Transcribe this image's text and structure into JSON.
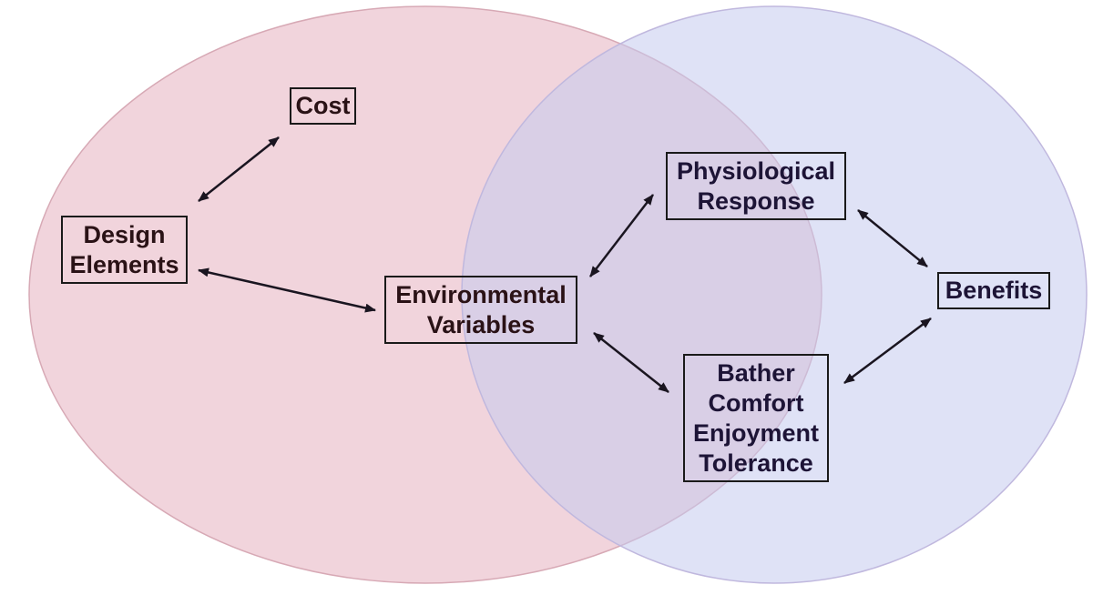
{
  "diagram": {
    "nodes": {
      "cost": "Cost",
      "design": "Design\nElements",
      "environmental": "Environmental\nVariables",
      "physiological": "Physiological\nResponse",
      "benefits": "Benefits",
      "bather": "Bather\nComfort\nEnjoyment\nTolerance"
    },
    "colors": {
      "left_ellipse_fill": "#ecc4cf",
      "left_ellipse_stroke": "#d7a9b5",
      "right_ellipse_fill": "#c5cbef",
      "right_ellipse_stroke": "#c0b8de",
      "box_border": "#1a1a1a",
      "arrow": "#1a1520"
    },
    "connections": [
      {
        "from": "cost",
        "to": "design",
        "direction": "both"
      },
      {
        "from": "design",
        "to": "environmental",
        "direction": "both"
      },
      {
        "from": "environmental",
        "to": "physiological",
        "direction": "both"
      },
      {
        "from": "environmental",
        "to": "bather",
        "direction": "both"
      },
      {
        "from": "physiological",
        "to": "benefits",
        "direction": "both"
      },
      {
        "from": "bather",
        "to": "benefits",
        "direction": "both"
      }
    ]
  }
}
